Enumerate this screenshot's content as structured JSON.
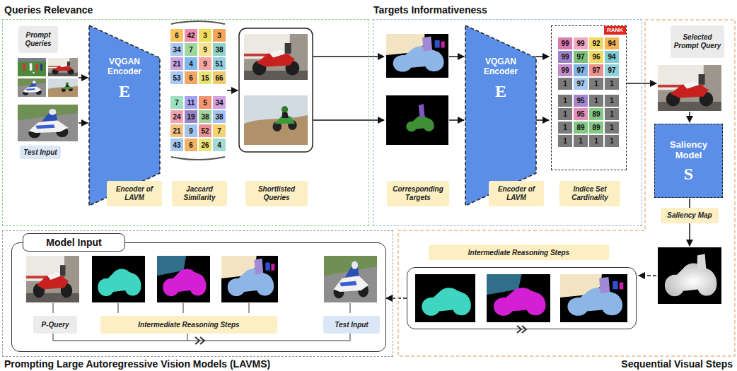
{
  "diagram": {
    "nodes": [
      {
        "text": [
          "Queries Relevance"
        ]
      },
      {
        "text": [
          "Prompt Queries"
        ],
        "in": 0
      },
      {
        "text": [
          "Test Input"
        ],
        "in": 0
      },
      {
        "text": [
          "VQGAN Encoder",
          "E"
        ],
        "in": 0
      },
      {
        "text": [
          "Encoder of LAVM"
        ],
        "in": 0
      },
      {
        "text": [
          "Jaccard Similarity"
        ],
        "in": 0
      },
      {
        "text": [
          "Shortlisted Queries"
        ],
        "in": 0
      },
      {
        "text": [
          "Targets Informativeness"
        ]
      },
      {
        "text": [
          "Corresponding Targets"
        ],
        "in": 7
      },
      {
        "text": [
          "VQGAN Encoder",
          "E"
        ],
        "in": 7
      },
      {
        "text": [
          "Encoder of LAVM"
        ],
        "in": 7
      },
      {
        "text": [
          "RANK"
        ],
        "in": 7
      },
      {
        "text": [
          "Indice Set Cardinality"
        ],
        "in": 7
      },
      {
        "text": [
          "Sequential Visual Steps"
        ]
      },
      {
        "text": [
          "Selected Prompt Query"
        ],
        "in": 13
      },
      {
        "text": [
          "Saliency Model",
          "S"
        ],
        "in": 13
      },
      {
        "text": [
          "Saliency Map"
        ],
        "in": 13
      },
      {
        "text": [
          "Intermediate Reasoning Steps"
        ],
        "in": 13
      },
      {
        "text": [
          "Prompting Large Autoregressive Vision Models (LAVMS)"
        ]
      },
      {
        "text": [
          "Model Input"
        ],
        "in": 18
      },
      {
        "text": [
          "P-Query"
        ],
        "in": 19
      },
      {
        "text": [
          "Intermediate Reasoning Steps"
        ],
        "in": 19
      },
      {
        "text": [
          "Test Input"
        ],
        "in": 19
      }
    ],
    "edges": [
      {
        "from": 17,
        "to": 19,
        "arrow": "to"
      }
    ],
    "labels": [
      "6",
      "42",
      "3",
      "3",
      "34",
      "7",
      "9",
      "38",
      "21",
      "4",
      "9",
      "51",
      "53",
      "6",
      "15",
      "66",
      "7",
      "11",
      "5",
      "34",
      "24",
      "19",
      "38",
      "38",
      "21",
      "9",
      "52",
      "7",
      "43",
      "6",
      "26",
      "4",
      "99",
      "99",
      "92",
      "94",
      "99",
      "97",
      "96",
      "94",
      "99",
      "97",
      "97",
      "97",
      "1",
      "97",
      "1",
      "1",
      "1",
      "95",
      "1",
      "1",
      "1",
      "95",
      "89",
      "1",
      "1",
      "89",
      "89",
      "1",
      "1",
      "1",
      "1",
      "1"
    ]
  }
}
